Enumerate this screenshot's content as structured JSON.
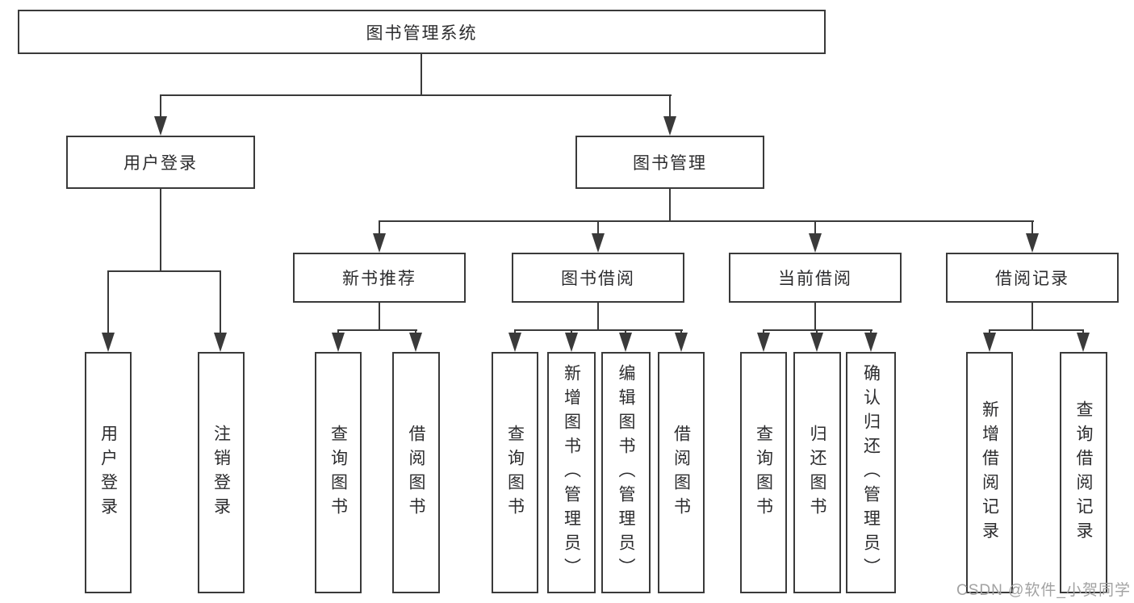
{
  "colors": {
    "line": "#3a3a3a",
    "text": "#2c2c2e",
    "box_bg": "#ffffff",
    "background": "#ffffff",
    "watermark": "#a2a2a2"
  },
  "tree": {
    "root": "图书管理系统",
    "children": [
      {
        "label": "用户登录",
        "children": [
          {
            "label": "用户登录"
          },
          {
            "label": "注销登录"
          }
        ]
      },
      {
        "label": "图书管理",
        "children": [
          {
            "label": "新书推荐",
            "children": [
              {
                "label": "查询图书"
              },
              {
                "label": "借阅图书"
              }
            ]
          },
          {
            "label": "图书借阅",
            "children": [
              {
                "label": "查询图书"
              },
              {
                "label": "新增图书（管理员）"
              },
              {
                "label": "编辑图书（管理员）"
              },
              {
                "label": "借阅图书"
              }
            ]
          },
          {
            "label": "当前借阅",
            "children": [
              {
                "label": "查询图书"
              },
              {
                "label": "归还图书"
              },
              {
                "label": "确认归还（管理员）"
              }
            ]
          },
          {
            "label": "借阅记录",
            "children": [
              {
                "label": "新增借阅记录"
              },
              {
                "label": "查询借阅记录"
              }
            ]
          }
        ]
      }
    ]
  },
  "watermark": "CSDN @软件_小贺同学"
}
